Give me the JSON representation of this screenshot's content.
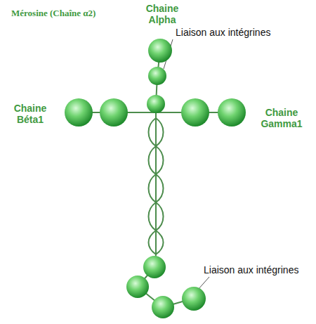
{
  "diagram": {
    "labels": [
      "Mérosine (Chaîne α2)",
      "Chaine Alpha",
      "Liaison aux intégrines",
      "Chaine Béta1",
      "Chaine Gamma1",
      "Liaison aux intégrines"
    ]
  }
}
